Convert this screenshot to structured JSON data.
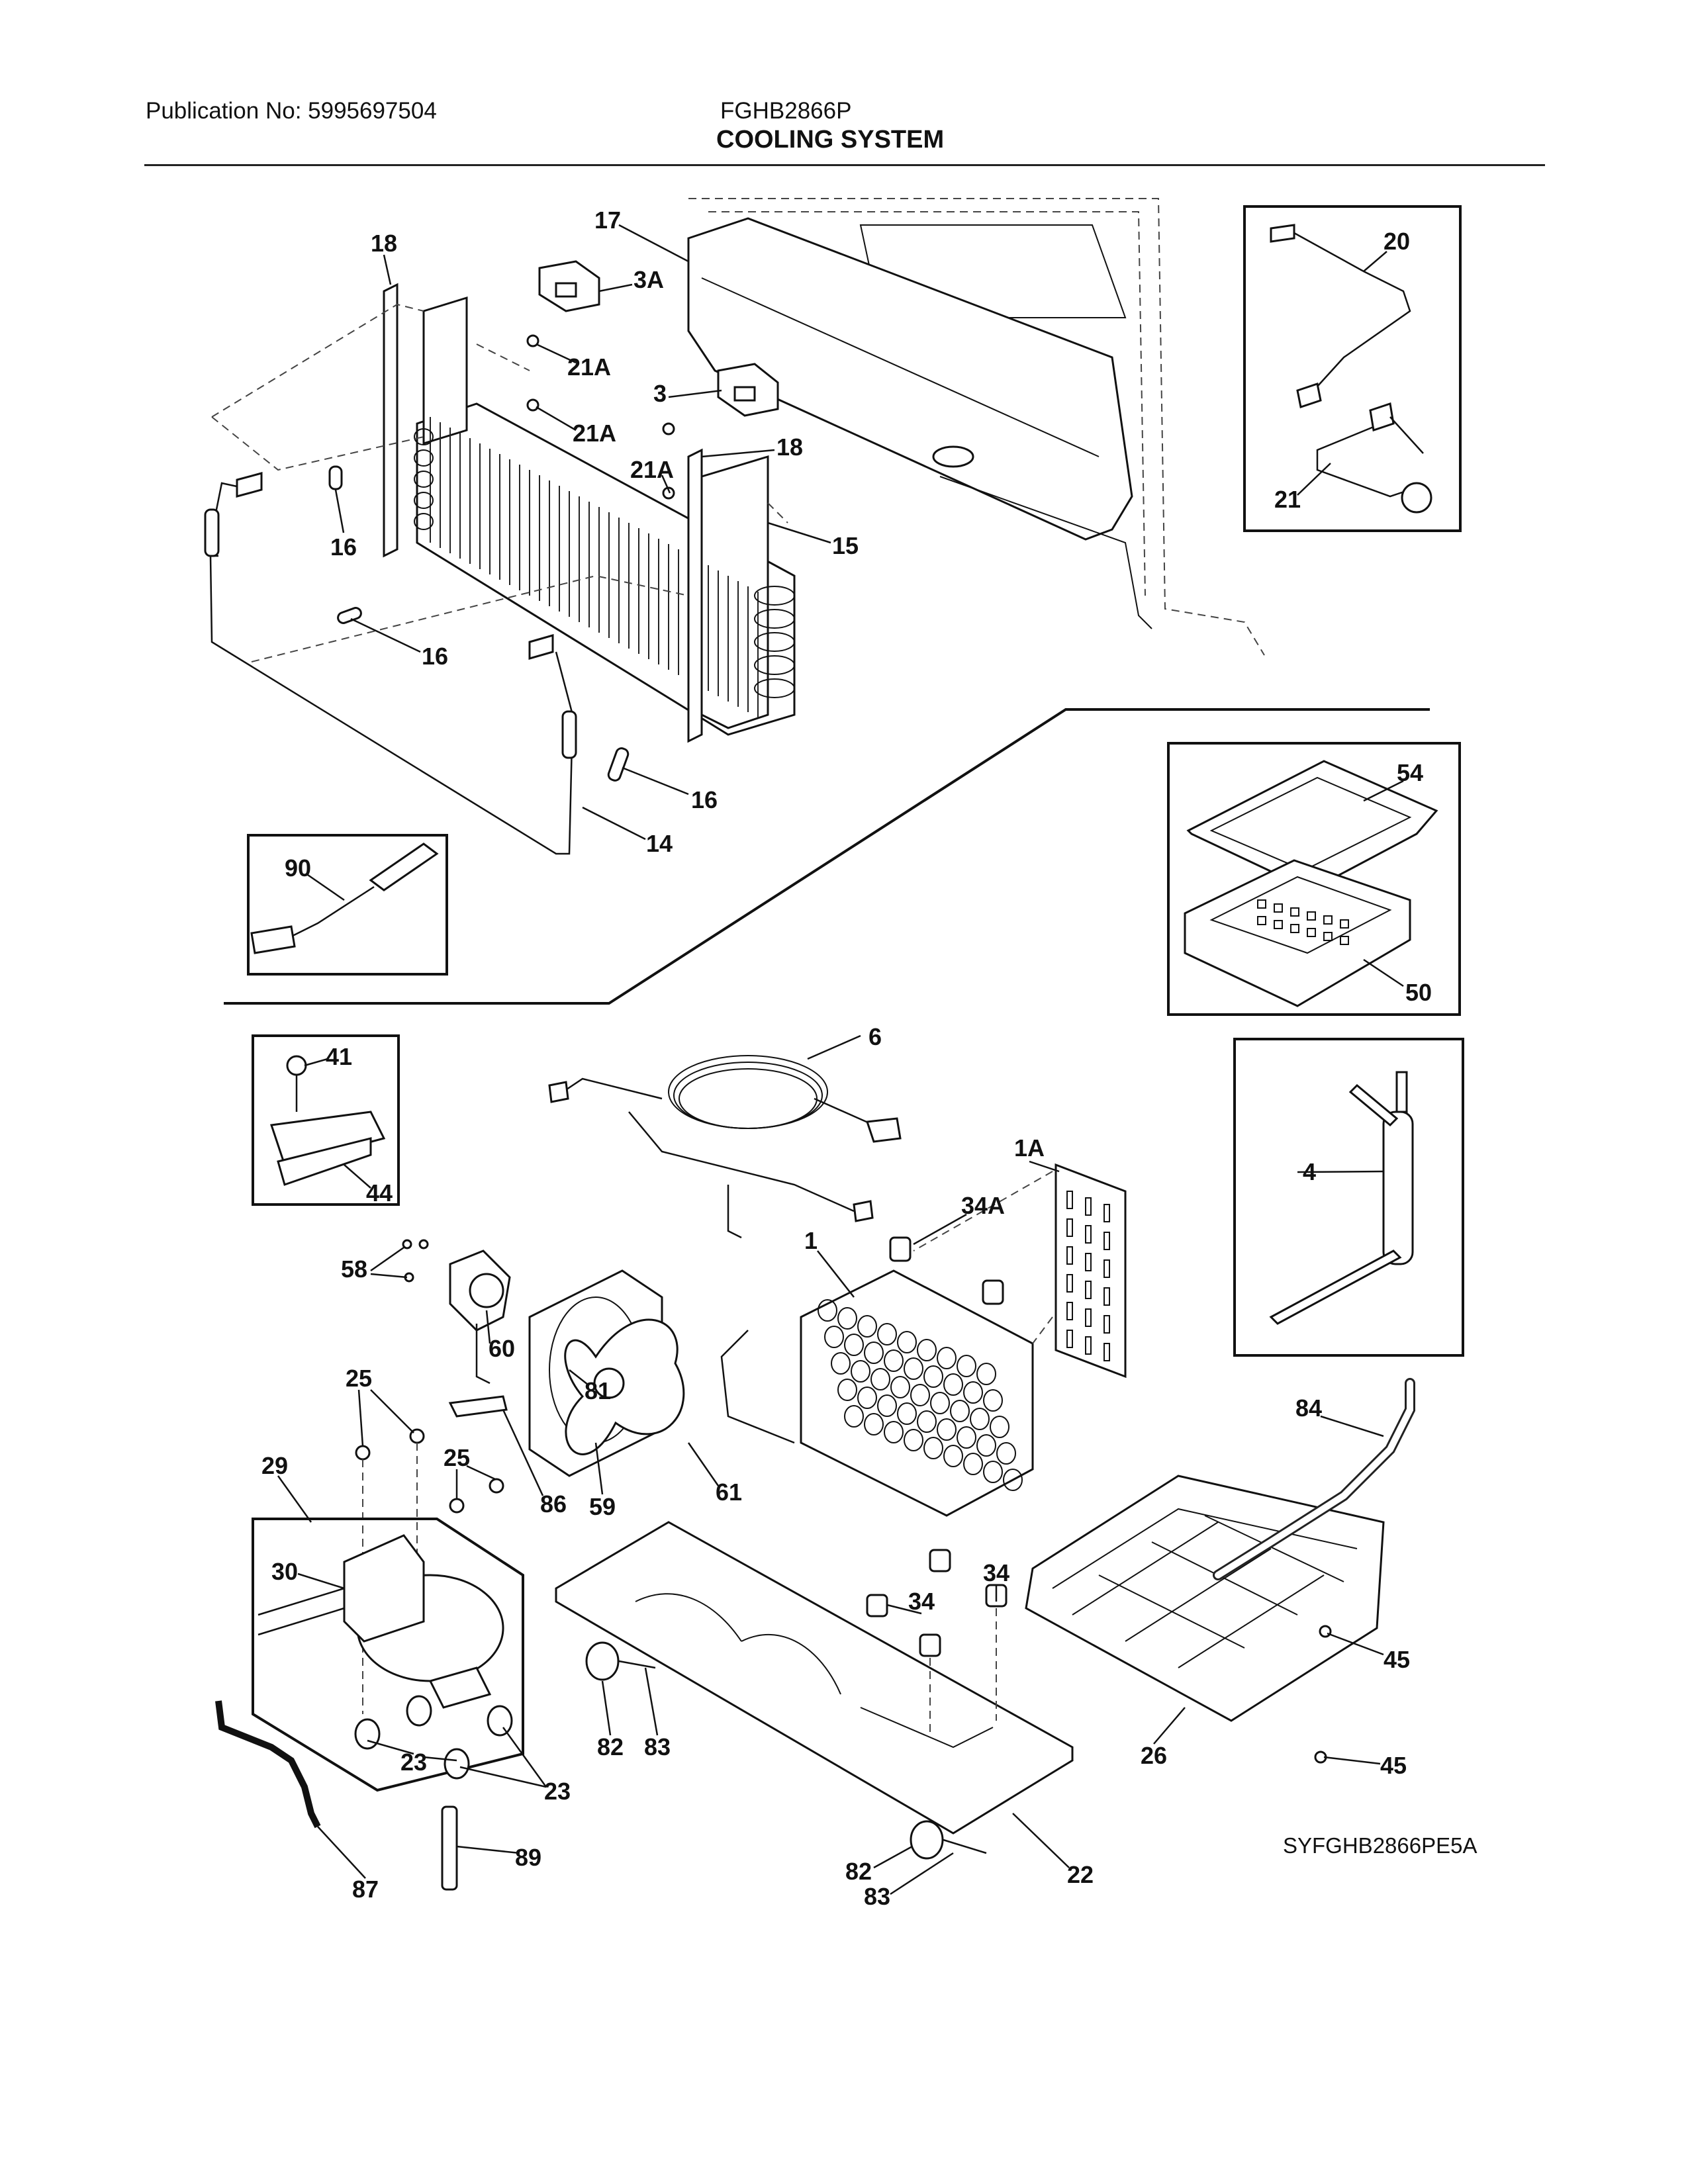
{
  "header": {
    "publication": "Publication No: 5995697504",
    "model": "FGHB2866P",
    "section_title": "COOLING SYSTEM"
  },
  "diagram_code": "SYFGHB2866PE5A",
  "callouts": {
    "c17": "17",
    "c18a": "18",
    "c3a": "3A",
    "c21a_1": "21A",
    "c3": "3",
    "c21a_2": "21A",
    "c18b": "18",
    "c21a_3": "21A",
    "c15": "15",
    "c16a": "16",
    "c16b": "16",
    "c16c": "16",
    "c14": "14",
    "c20": "20",
    "c21": "21",
    "c54": "54",
    "c50": "50",
    "c90": "90",
    "c41": "41",
    "c44": "44",
    "c6": "6",
    "c1a": "1A",
    "c4": "4",
    "c34a": "34A",
    "c1": "1",
    "c58": "58",
    "c60": "60",
    "c81": "81",
    "c25a": "25",
    "c25b": "25",
    "c29": "29",
    "c86": "86",
    "c59": "59",
    "c61": "61",
    "c84": "84",
    "c30": "30",
    "c34b": "34",
    "c34c": "34",
    "c45a": "45",
    "c45b": "45",
    "c26": "26",
    "c82a": "82",
    "c83a": "83",
    "c23a": "23",
    "c23b": "23",
    "c87": "87",
    "c89": "89",
    "c22": "22",
    "c82b": "82",
    "c83b": "83"
  }
}
